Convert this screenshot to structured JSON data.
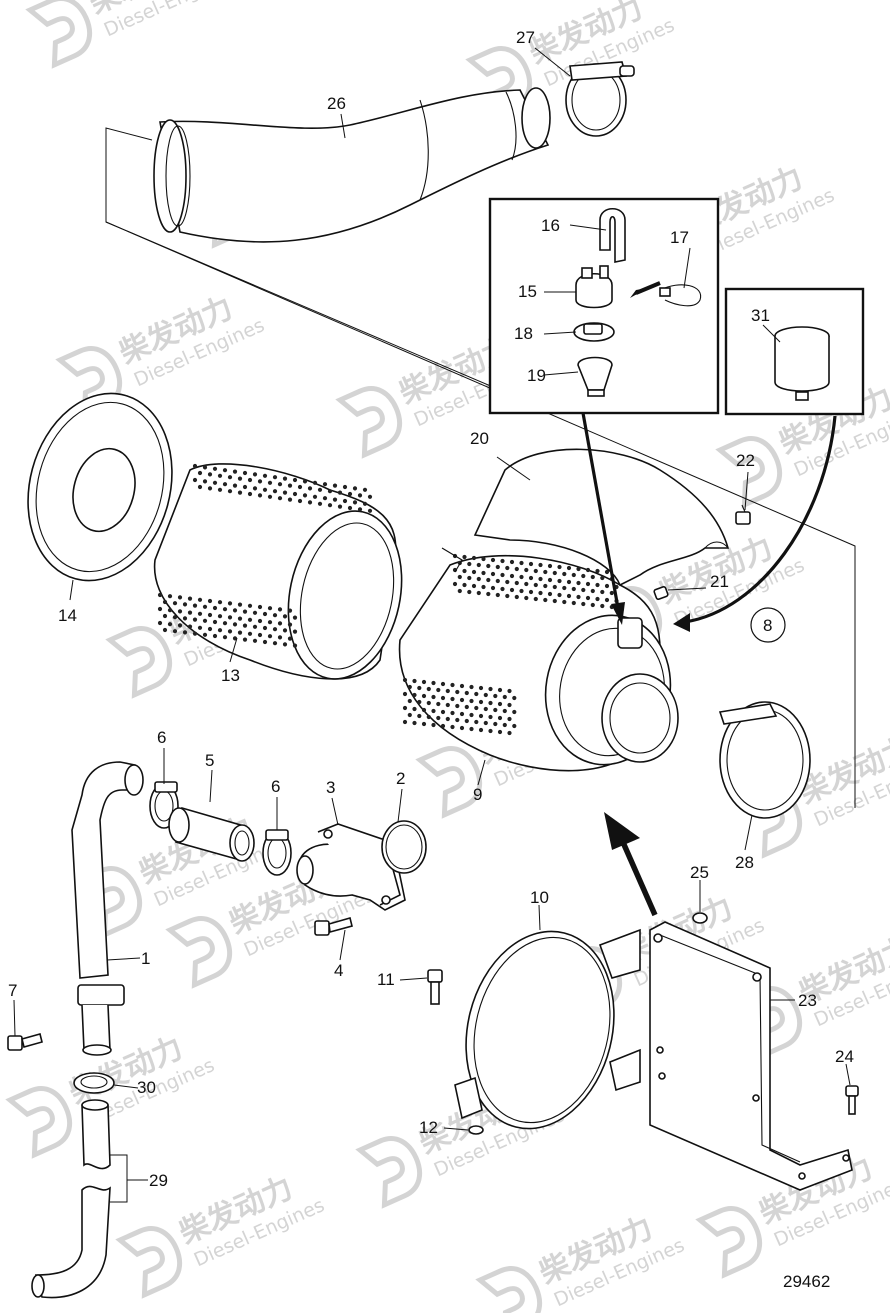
{
  "watermark": {
    "brand_cn": "柴发动力",
    "brand_en": "Diesel-Engines",
    "color": "#d4d4d4"
  },
  "drawing_number": "29462",
  "callouts": {
    "c1": "1",
    "c2": "2",
    "c3": "3",
    "c4": "4",
    "c5": "5",
    "c6a": "6",
    "c6b": "6",
    "c7": "7",
    "c8": "8",
    "c9": "9",
    "c10": "10",
    "c11": "11",
    "c12": "12",
    "c13": "13",
    "c14": "14",
    "c15": "15",
    "c16": "16",
    "c17": "17",
    "c18": "18",
    "c19": "19",
    "c20": "20",
    "c21": "21",
    "c22": "22",
    "c23": "23",
    "c24": "24",
    "c25": "25",
    "c26": "26",
    "c27": "27",
    "c28": "28",
    "c29": "29",
    "c30": "30",
    "c31": "31"
  },
  "icons": {
    "watermark": "diesel-engines-logo-icon",
    "direction_arrow": "assembly-arrow-icon"
  }
}
